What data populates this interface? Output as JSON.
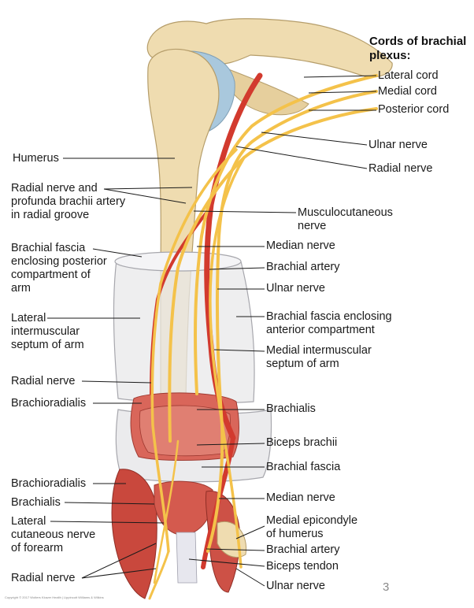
{
  "heading": "Cords of brachial\nplexus:",
  "labels": {
    "lateral_cord": "Lateral cord",
    "medial_cord": "Medial cord",
    "posterior_cord": "Posterior cord",
    "ulnar_nerve_top": "Ulnar nerve",
    "radial_nerve_top": "Radial nerve",
    "musculocutaneous": "Musculocutaneous\nnerve",
    "median_nerve_top": "Median nerve",
    "brachial_artery_top": "Brachial artery",
    "ulnar_nerve_mid": "Ulnar nerve",
    "fascia_anterior": "Brachial fascia enclosing\nanterior compartment",
    "medial_septum": "Medial intermuscular\nseptum of arm",
    "brachialis_right": "Brachialis",
    "biceps": "Biceps brachii",
    "brachial_fascia": "Brachial fascia",
    "median_nerve_low": "Median nerve",
    "medial_epicondyle": "Medial epicondyle\nof humerus",
    "brachial_artery_low": "Brachial artery",
    "biceps_tendon": "Biceps tendon",
    "ulnar_nerve_low": "Ulnar nerve",
    "humerus": "Humerus",
    "radial_groove": "Radial nerve and\nprofunda brachii artery\nin radial groove",
    "fascia_posterior": "Brachial fascia\nenclosing posterior\ncompartment of\narm",
    "lateral_septum": "Lateral\nintermuscular\nseptum of arm",
    "radial_nerve_mid": "Radial nerve",
    "brachioradialis_mid": "Brachioradialis",
    "brachioradialis_low": "Brachioradialis",
    "brachialis_left": "Brachialis",
    "lateral_cutaneous": "Lateral\ncutaneous nerve\nof forearm",
    "radial_nerve_low": "Radial nerve"
  },
  "page_number": "3",
  "copyright": "Copyright © 2017 Wolters Kluwer Health | Lippincott Williams & Wilkins",
  "colors": {
    "bone": "#efdcb0",
    "cartilage": "#a9c8dd",
    "nerve": "#f4c24a",
    "artery": "#d23a2e",
    "muscle": "#d9665a",
    "fascia": "#e8e8ea"
  }
}
